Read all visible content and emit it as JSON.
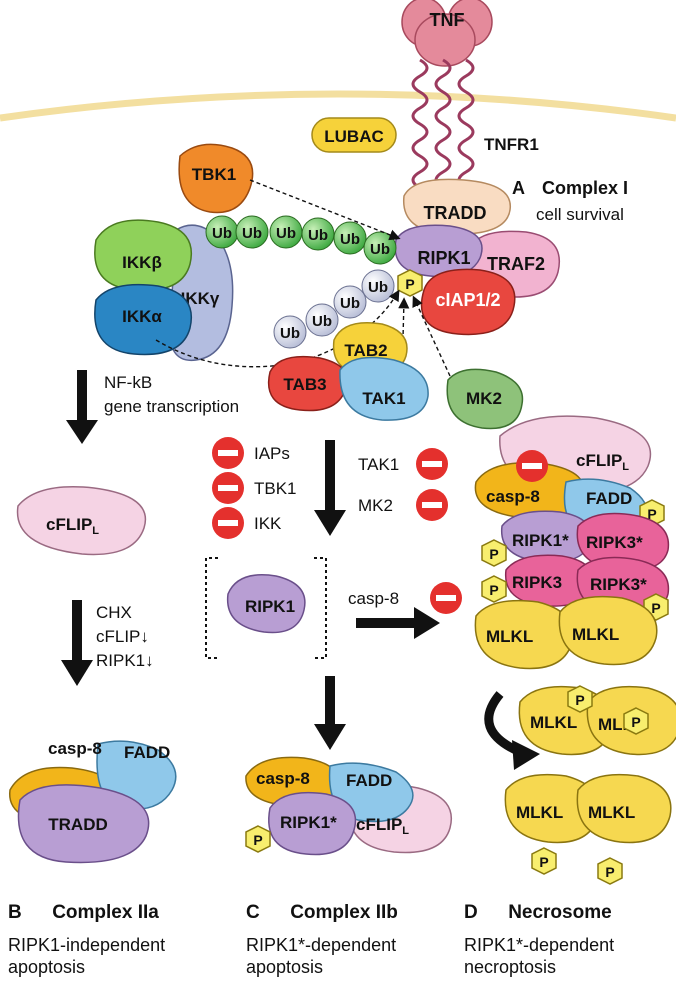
{
  "labels": {
    "tnf": "TNF",
    "tnfr1": "TNFR1",
    "lubac": "LUBAC",
    "tbk1": "TBK1",
    "ikkb": "IKKβ",
    "ikka": "IKKα",
    "ikkg": "IKKγ",
    "ub": "Ub",
    "tradd": "TRADD",
    "ripk1": "RIPK1",
    "traf2": "TRAF2",
    "ciap": "cIAP1/2",
    "p": "P",
    "tab2": "TAB2",
    "tab3": "TAB3",
    "tak1": "TAK1",
    "mk2": "MK2",
    "cflip": "cFLIP",
    "cflip_sub": "L",
    "casp8": "casp-8",
    "fadd": "FADD",
    "ripk1_star": "RIPK1*",
    "ripk3": "RIPK3",
    "ripk3_star": "RIPK3*",
    "mlkl": "MLKL"
  },
  "panel_a": {
    "letter": "A",
    "title": "Complex I",
    "subtitle": "cell survival"
  },
  "nfkb": {
    "line1": "NF-kB",
    "line2": "gene transcription"
  },
  "inhibitors_left": [
    "IAPs",
    "TBK1",
    "IKK"
  ],
  "inhibitors_right": [
    "TAK1",
    "MK2"
  ],
  "chx": {
    "line1": "CHX",
    "line2": "cFLIP↓",
    "line3": "RIPK1↓"
  },
  "casp8_inhibit": "casp-8",
  "captions": {
    "b": {
      "letter": "B",
      "title": "Complex IIa",
      "line1": "RIPK1-independent",
      "line2": "apoptosis"
    },
    "c": {
      "letter": "C",
      "title": "Complex IIb",
      "line1": "RIPK1*-dependent",
      "line2": "apoptosis"
    },
    "d": {
      "letter": "D",
      "title": "Necrosome",
      "line1": "RIPK1*-dependent",
      "line2": "necroptosis"
    }
  },
  "colors": {
    "membrane": "#f3dfa0",
    "tnf": "#e48a9b",
    "receptor": "#9b3a5e",
    "lubac": "#f6d23a",
    "tbk1": "#f08a2a",
    "ikkb": "#8fd15a",
    "ikka": "#2a86c4",
    "ikkg": "#b3bde0",
    "ub_green": "#49b84b",
    "ub_grey": "#cfd3e6",
    "tradd": "#f9dcc2",
    "ripk1": "#b89ed3",
    "traf2": "#f2b3d0",
    "ciap": "#e8473f",
    "phospho": "#f8ee6e",
    "tab2": "#f6d23a",
    "tab3": "#e8473f",
    "tak1": "#8fc8ea",
    "mk2": "#8ec27a",
    "cflip": "#f5d3e4",
    "casp8": "#f2b51a",
    "fadd": "#8fc8ea",
    "ripk3": "#e8639a",
    "mlkl": "#f6d850",
    "inhibit": "#e4302d"
  }
}
